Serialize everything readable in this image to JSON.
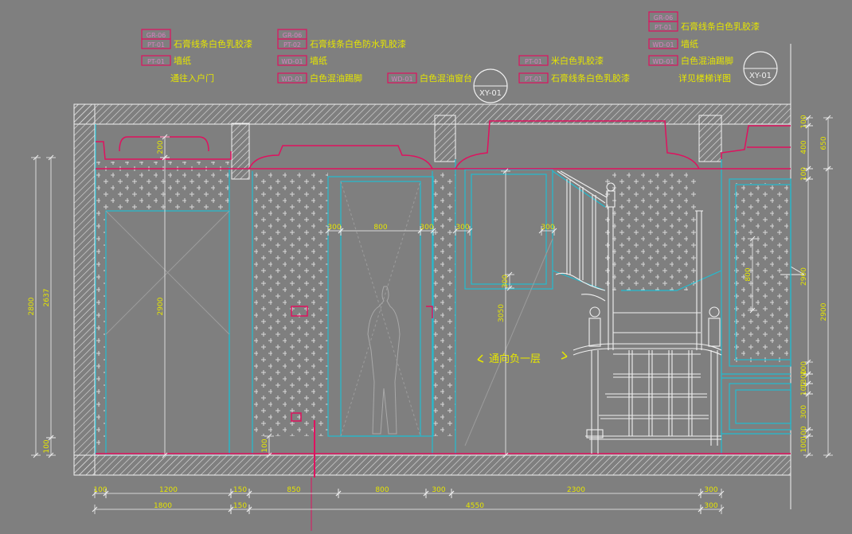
{
  "colors": {
    "background": "#7f7f7f",
    "wall_hatch": "#d8d8d8",
    "cyan": "#22bcd0",
    "magenta": "#e0115f",
    "label_yellow": "#e6e600",
    "white": "#f0f0f0",
    "pink_dim": "#d880c0"
  },
  "legends": [
    {
      "code": "GR-06",
      "text": ""
    },
    {
      "code": "PT-01",
      "text": "石膏线条白色乳胶漆"
    },
    {
      "code": "PT-01",
      "text": "墙纸"
    },
    {
      "code": "",
      "text": "通往入户门"
    },
    {
      "code": "GR-06",
      "text": ""
    },
    {
      "code": "PT-02",
      "text": "石膏线条白色防水乳胶漆"
    },
    {
      "code": "WD-01",
      "text": "墙纸"
    },
    {
      "code": "WD-01",
      "text": "白色混油踢脚"
    },
    {
      "code": "WD-01",
      "text": "白色混油窗台"
    },
    {
      "code": "PT-01",
      "text": "米白色乳胶漆"
    },
    {
      "code": "PT-01",
      "text": "石膏线条白色乳胶漆"
    },
    {
      "code": "GR-06",
      "text": ""
    },
    {
      "code": "PT-01",
      "text": "石膏线条白色乳胶漆"
    },
    {
      "code": "WD-01",
      "text": "墙纸"
    },
    {
      "code": "WD-01",
      "text": "白色混油踢脚"
    },
    {
      "code": "",
      "text": "详见楼梯详图"
    }
  ],
  "section_marks": [
    "XY-01",
    "XY-01"
  ],
  "annotation": "通向负一层",
  "dims": {
    "bottom_row1": [
      "100",
      "1200",
      "150",
      "850",
      "800",
      "300",
      "2300",
      "300"
    ],
    "bottom_row2": [
      "1800",
      "150",
      "4550",
      "300"
    ],
    "left": [
      "2800",
      "2637",
      "100"
    ],
    "room1_height": "2900",
    "room1_cornice": "200",
    "door_height": "2900",
    "door_width": "800",
    "door_side": "300",
    "door_side2": "300",
    "door_side3": "300",
    "skirting": "100",
    "stair_height": "3050",
    "stair_side": "300",
    "right_top": [
      "100",
      "400",
      "100"
    ],
    "right_total": [
      "650",
      "2900"
    ],
    "right_wall": "2900",
    "right_mid": [
      "100",
      "1300",
      "100",
      "300",
      "100",
      "100"
    ],
    "right_window": "800",
    "small_mark": "300"
  }
}
